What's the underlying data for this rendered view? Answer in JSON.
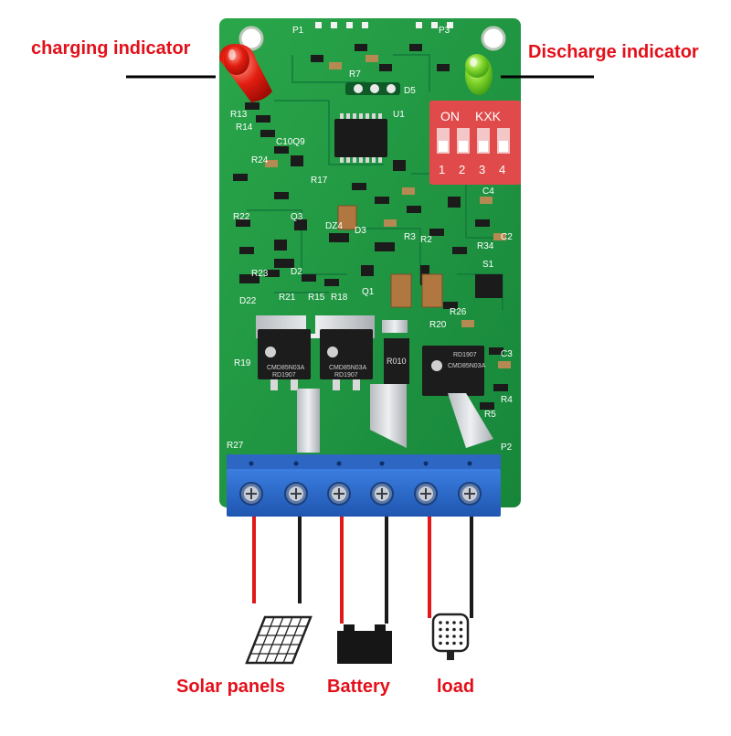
{
  "colors": {
    "label_red": "#e3101a",
    "pcb_green": "#1f9a3e",
    "terminal_blue": "#2a6bd1",
    "wire_red": "#e01818",
    "wire_black": "#1a1a1a"
  },
  "callouts": {
    "charging_indicator": "charging indicator",
    "discharge_indicator": "Discharge indicator",
    "solar_panels": "Solar panels",
    "battery": "Battery",
    "load": "load"
  },
  "dip_switch": {
    "on_label": "ON",
    "brand_label": "KXK",
    "positions": [
      "1",
      "2",
      "3",
      "4"
    ]
  },
  "silkscreen": {
    "r13": "R13",
    "r14": "R14",
    "c10q9": "C10Q9",
    "r24": "R24",
    "r17": "R17",
    "q3": "Q3",
    "dz4": "DZ4",
    "d3": "D3",
    "r22": "R22",
    "r23": "R23",
    "r21": "R21",
    "r15": "R15",
    "r18": "R18",
    "q1": "Q1",
    "r3": "R3",
    "r2": "R2",
    "r34": "R34",
    "s1": "S1",
    "r26": "R26",
    "r19": "R19",
    "c3": "C3",
    "r4": "R4",
    "r5": "R5",
    "p1": "P1",
    "p3": "P3",
    "u1": "U1",
    "d5": "D5",
    "r7": "R7",
    "d2": "D2",
    "dz2": "D22",
    "r27": "R27",
    "p2": "P2",
    "c4": "C4",
    "c2": "C2",
    "r20": "R20"
  },
  "components": {
    "mosfet_1": "CMD85N03A",
    "mosfet_2": "CMD85N03A",
    "mosfet_3": "CMD85N03A",
    "mosfet_code": "RD1907",
    "diode_marking": "R010"
  }
}
